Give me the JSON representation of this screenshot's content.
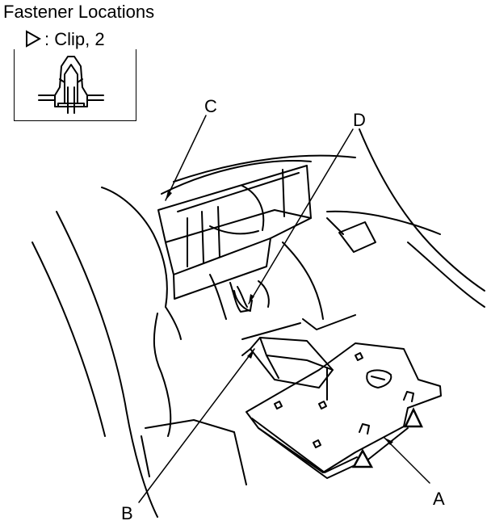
{
  "title": "Fastener Locations",
  "legend": {
    "symbol": "triangle-outline-icon",
    "text": ": Clip, 2"
  },
  "callouts": {
    "a": "A",
    "b": "B",
    "c": "C",
    "d": "D"
  },
  "colors": {
    "line": "#000000",
    "background": "#ffffff"
  }
}
